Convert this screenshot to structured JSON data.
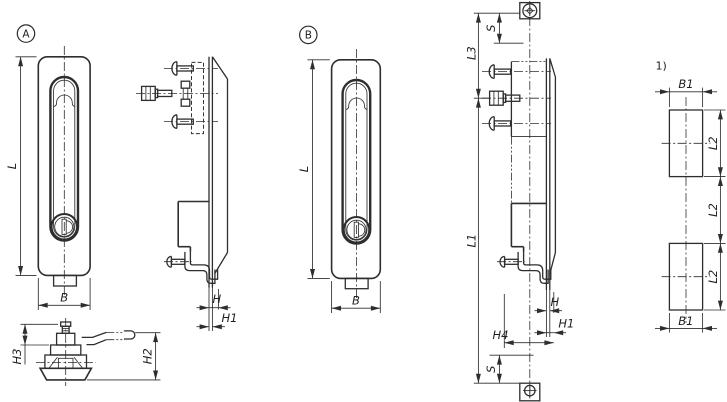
{
  "colors": {
    "background": "#ffffff",
    "line": "#2e2e2e",
    "text": "#1f1f1f"
  },
  "views": {
    "variant_a": {
      "marker": "A",
      "front": {
        "length_label": "L",
        "width_label": "B"
      },
      "side": {
        "grip_label": "H",
        "panel_label": "H1"
      },
      "cam": {
        "travel_label": "H3",
        "height_label": "H2"
      }
    },
    "variant_b": {
      "marker": "B",
      "front": {
        "length_label": "L",
        "width_label": "B"
      }
    },
    "side_full": {
      "top_offset_label": "S",
      "upper_length_label": "L3",
      "lower_length_label": "L1",
      "panel_label": "H",
      "grip_label": "H1",
      "depth_label": "H4",
      "bottom_offset_label": "S"
    },
    "cutout": {
      "footnote": "1)",
      "width_top_label": "B1",
      "width_bottom_label": "B1",
      "upper_height_label": "L2",
      "spacing_label": "L2",
      "lower_height_label": "L2"
    }
  }
}
